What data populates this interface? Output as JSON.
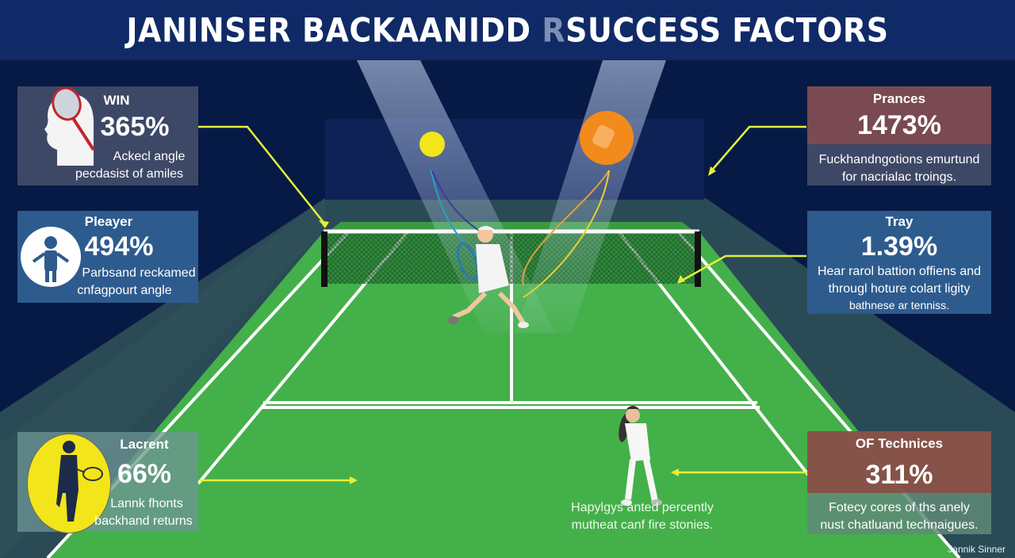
{
  "header": {
    "title_part1": "Janinser BackaanidD",
    "title_accent": "R",
    "title_part2": "success Factors"
  },
  "cards": [
    {
      "id": "win",
      "label": "WIN",
      "value": "365%",
      "desc_line1": "Ackecl angle",
      "desc_line2": "pecdasist of amiles",
      "icon": "head-racket-icon",
      "bg": "#3d4866"
    },
    {
      "id": "player",
      "label": "Pleayer",
      "value": "494%",
      "desc_line1": "Parbsand reckamed",
      "desc_line2": "cnfagpourt angle",
      "icon": "person-icon",
      "bg": "#2d5b8e"
    },
    {
      "id": "lacrent",
      "label": "Lacrent",
      "value": "66%",
      "desc_line1": "Lannk fhonts",
      "desc_line2": "backhand returns",
      "icon": "player-silhouette-icon",
      "bg": "#5f8488"
    },
    {
      "id": "prances",
      "label": "Prances",
      "value": "1473%",
      "desc_line1": "Fuckhandngotions emurtund",
      "desc_line2": "for nacrialac troings.",
      "bg_top": "#7a4a52",
      "bg_bottom": "#3d4866"
    },
    {
      "id": "tray",
      "label": "Tray",
      "value": "1.39%",
      "desc_line1": "Hear rarol battion offiens and",
      "desc_line2": "througl hoture colart ligity",
      "desc_line3": "bathnese ar tenniss.",
      "bg": "#2d5b8e"
    },
    {
      "id": "technices",
      "label": "OF Technices",
      "value": "311%",
      "desc_line1": "Fotecy cores of ths anely",
      "desc_line2": "nust chatluand technaigues.",
      "bg_top": "#8a4e44",
      "bg_bottom": "#5f8a78"
    }
  ],
  "court_caption": {
    "line1": "Hapylgys anted percently",
    "line2": "mutheat canf fire stonies."
  },
  "credit": "Jannik Sinner",
  "colors": {
    "court_green": "#44b04a",
    "header_blue": "#0f2a66",
    "arrow_yellow": "#e6f03a",
    "ball_yellow": "#f2e51a",
    "ball_orange": "#f28a1c"
  }
}
